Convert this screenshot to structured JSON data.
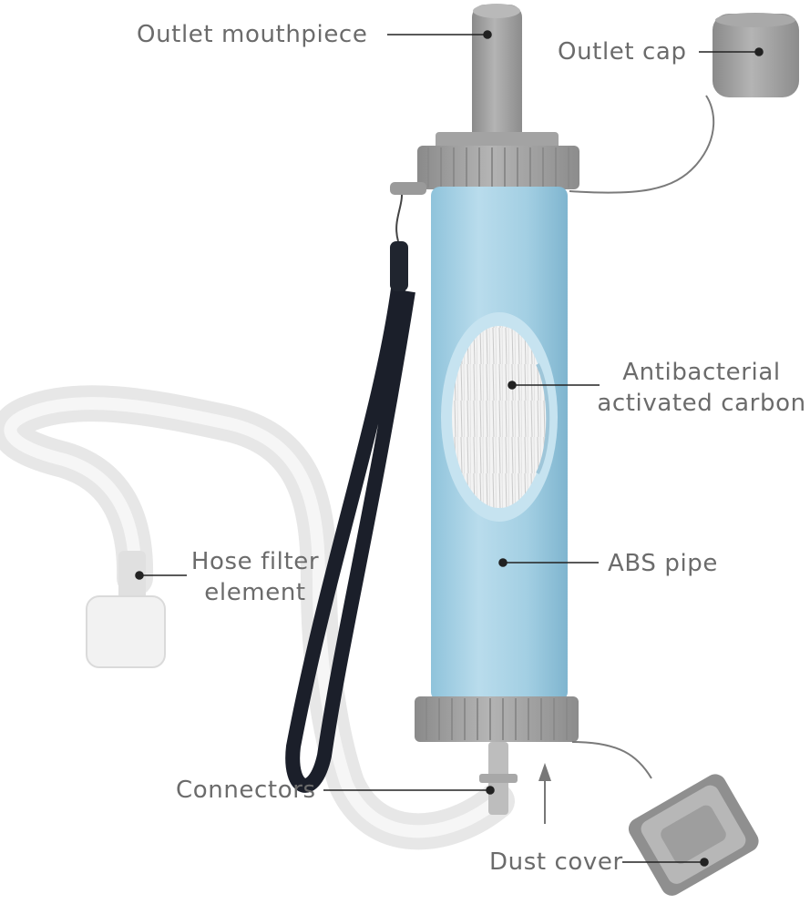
{
  "labels": {
    "outlet_mouthpiece": "Outlet mouthpiece",
    "outlet_cap": "Outlet cap",
    "carbon_line1": "Antibacterial",
    "carbon_line2": "activated carbon",
    "hose_line1": "Hose filter",
    "hose_line2": "element",
    "abs_pipe": "ABS pipe",
    "connectors": "Connectors",
    "dust_cover": "Dust cover"
  },
  "colors": {
    "background": "#ffffff",
    "label_text": "#6b6b6b",
    "pipe_blue": "#a9d3e6",
    "plastic_gray": "#9a9a9a",
    "hose_white": "#e6e6e6",
    "lanyard_black": "#1b1f2a",
    "leader_line": "#222222"
  }
}
